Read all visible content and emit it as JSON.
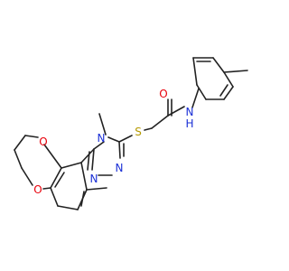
{
  "atoms": [
    {
      "id": "o_carbonyl",
      "label": "O",
      "color": "#e8000b"
    },
    {
      "id": "n_amide",
      "label": "N",
      "color": "#1a2fd6"
    },
    {
      "id": "h_amide",
      "label": "H",
      "color": "#1a2fd6"
    },
    {
      "id": "s_thioether",
      "label": "S",
      "color": "#b59a00"
    },
    {
      "id": "n_triazole_methyl",
      "label": "N",
      "color": "#1a2fd6"
    },
    {
      "id": "n_triazole_a",
      "label": "N",
      "color": "#1a2fd6"
    },
    {
      "id": "n_triazole_b",
      "label": "N",
      "color": "#1a2fd6"
    },
    {
      "id": "o_ring_top",
      "label": "O",
      "color": "#e8000b"
    },
    {
      "id": "o_ring_bottom",
      "label": "O",
      "color": "#e8000b"
    }
  ],
  "bond_color": "#222222",
  "background": "#ffffff"
}
